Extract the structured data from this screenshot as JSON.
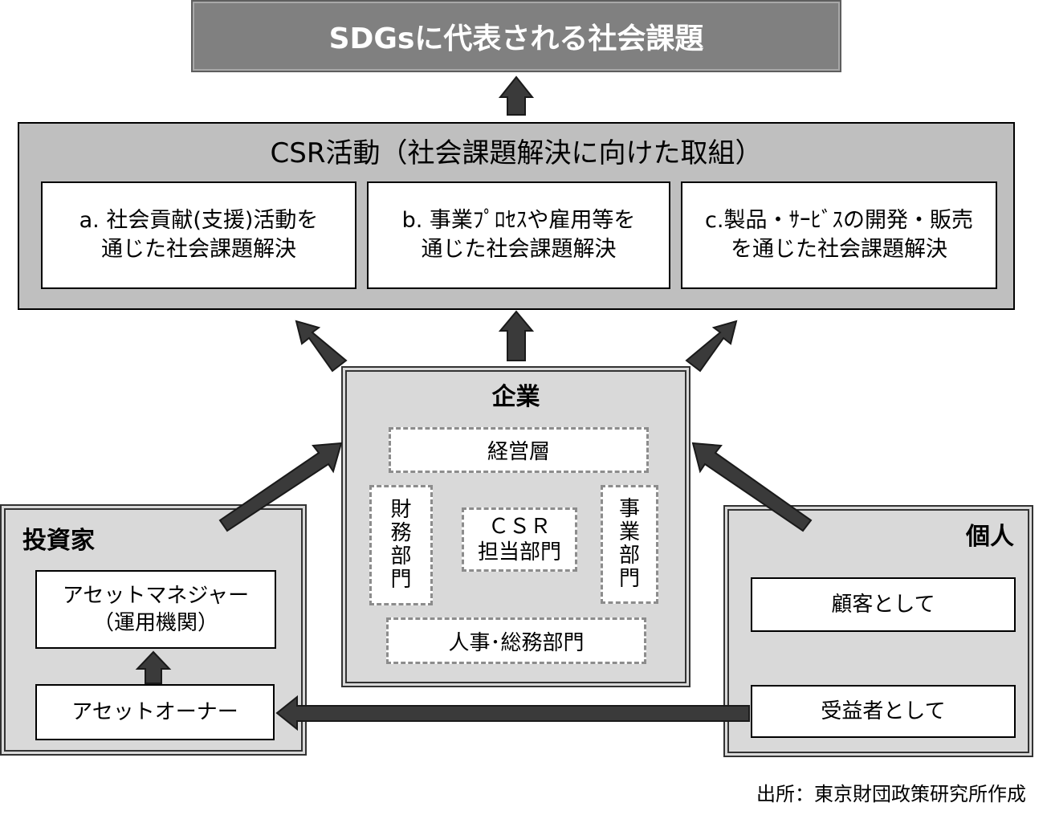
{
  "top_banner": {
    "text": "SDGsに代表される社会課題"
  },
  "csr": {
    "title": "CSR活動（社会課題解決に向けた取組）",
    "items": [
      {
        "label": "a. 社会貢献(支援)活動を\n通じた社会課題解決"
      },
      {
        "label": "b. 事業ﾌﾟﾛｾｽや雇用等を\n通じた社会課題解決"
      },
      {
        "label": "c.製品・ｻｰﾋﾞｽの開発・販売\nを通じた社会課題解決"
      }
    ]
  },
  "company": {
    "title": "企業",
    "management": "経営層",
    "finance": "財\n務\n部\n門",
    "csr_dept": "ＣＳＲ\n担当部門",
    "business": "事\n業\n部\n門",
    "hr": "人事･総務部門"
  },
  "investor": {
    "title": "投資家",
    "asset_manager": "アセットマネジャー\n（運用機関）",
    "asset_owner": "アセットオーナー"
  },
  "individual": {
    "title": "個人",
    "as_customer": "顧客として",
    "as_beneficiary": "受益者として"
  },
  "source": "出所：東京財団政策研究所作成",
  "colors": {
    "banner": "#808080",
    "csr_background": "#bfbfbf",
    "panel_background": "#d9d9d9",
    "arrow": "#3a3a3a"
  }
}
